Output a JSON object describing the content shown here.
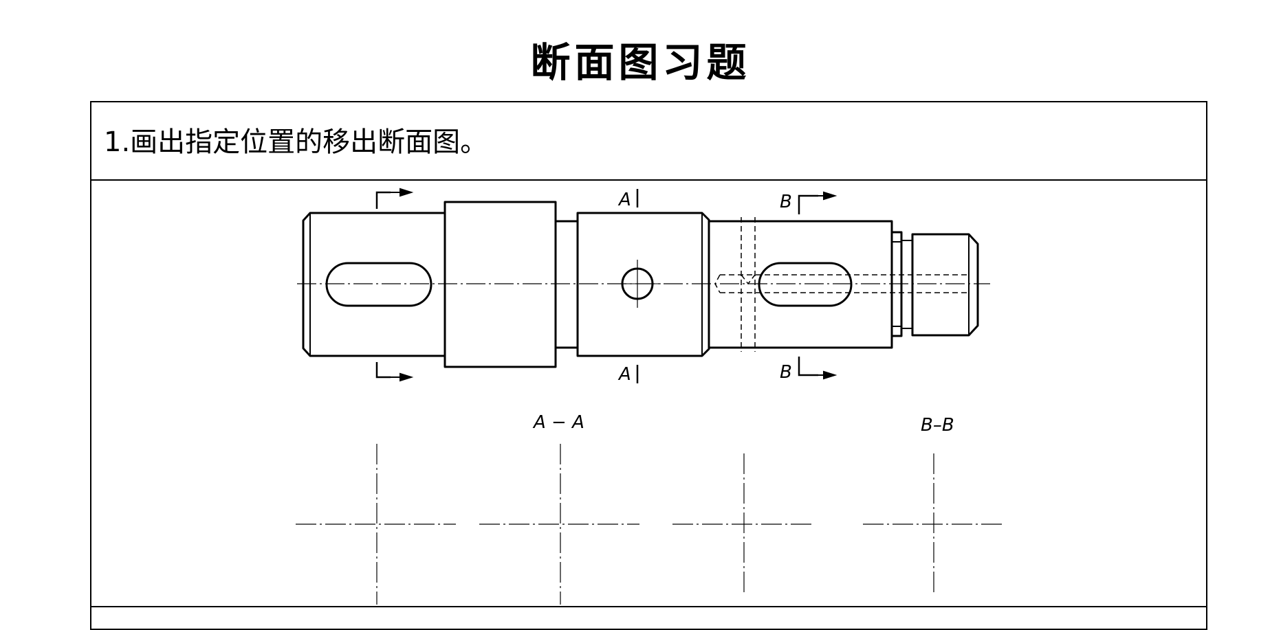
{
  "page": {
    "title": "断面图习题"
  },
  "exercise": {
    "number": "1",
    "instruction": "1.画出指定位置的移出断面图。"
  },
  "drawing": {
    "cut_marks": {
      "a_top": "A",
      "a_bottom": "A",
      "b_top": "B",
      "b_bottom": "B"
    },
    "section_labels": {
      "a": "A − A",
      "b": "B–B"
    }
  }
}
